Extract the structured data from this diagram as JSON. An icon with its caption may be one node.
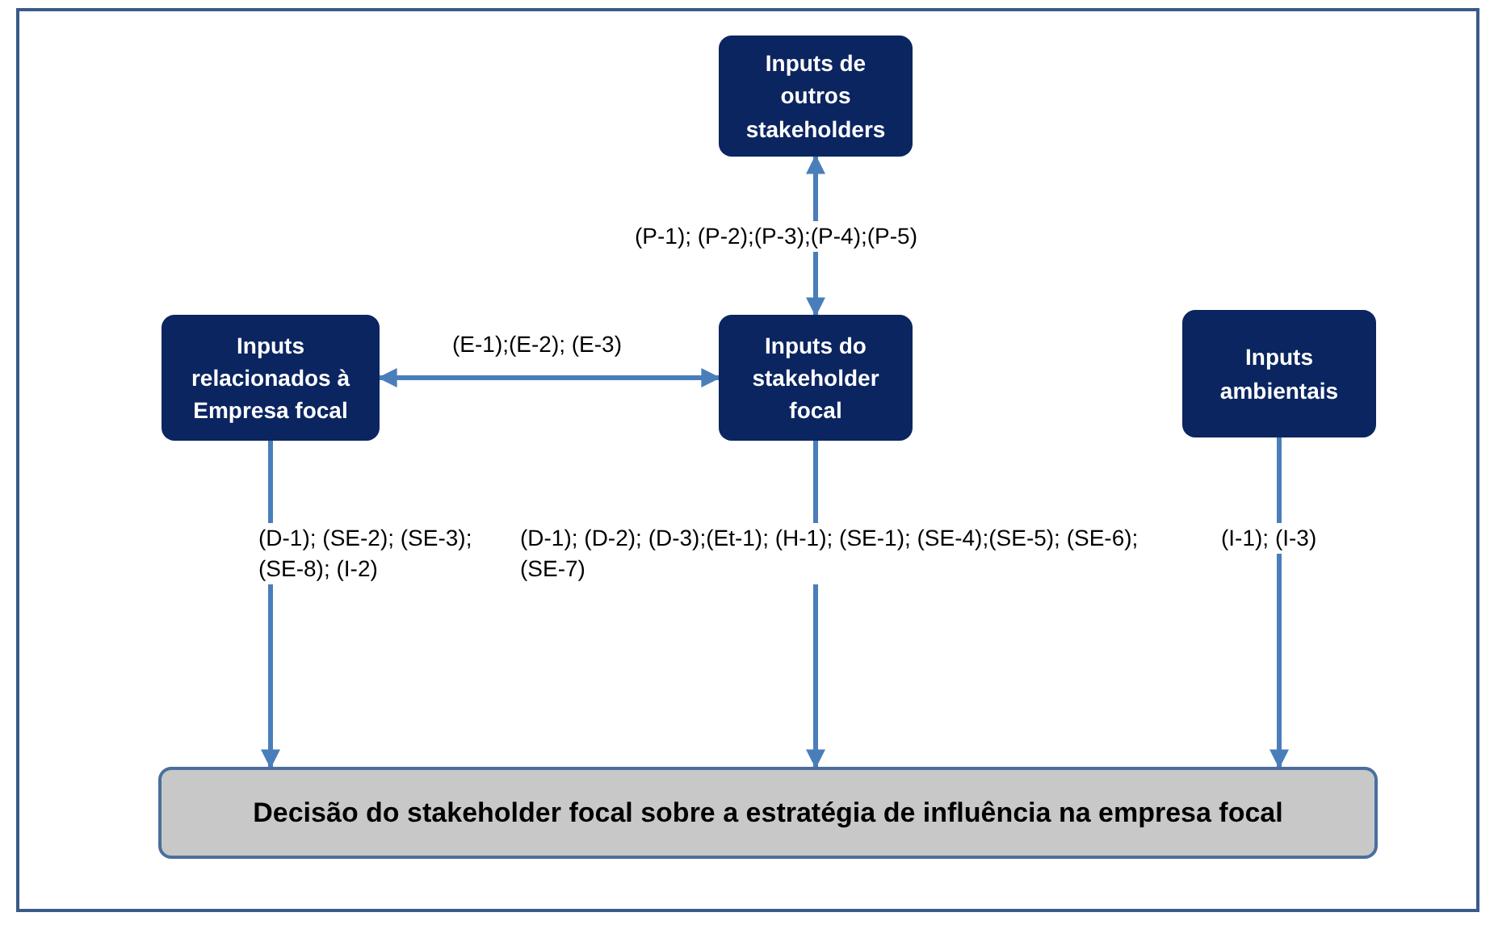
{
  "diagram": {
    "nodes": [
      {
        "text": [
          "Inputs de outros stakeholders"
        ]
      },
      {
        "text": [
          "Inputs relacionados à Empresa focal"
        ]
      },
      {
        "text": [
          "Inputs do stakeholder focal"
        ]
      },
      {
        "text": [
          "Inputs ambientais"
        ]
      },
      {
        "text": [
          "Decisão do stakeholder  focal sobre a estratégia de influência na empresa focal"
        ]
      }
    ],
    "edges": [
      {
        "from": 2,
        "to": 0,
        "arrow": "both",
        "label": "(P-1); (P-2);(P-3);(P-4);(P-5)"
      },
      {
        "from": 1,
        "to": 2,
        "arrow": "both",
        "label": "(E-1);(E-2); (E-3)"
      },
      {
        "from": 1,
        "to": 4,
        "arrow": "to",
        "label": "(D-1);  (SE-2);  (SE-3);  (SE-8); (I-2)"
      },
      {
        "from": 2,
        "to": 4,
        "arrow": "to",
        "label": "(D-1); (D-2); (D-3);(Et-1); (H-1); (SE-1); (SE-4);(SE-5); (SE-6); (SE-7)"
      },
      {
        "from": 3,
        "to": 4,
        "arrow": "to",
        "label": "(I-1); (I-3)"
      }
    ]
  }
}
